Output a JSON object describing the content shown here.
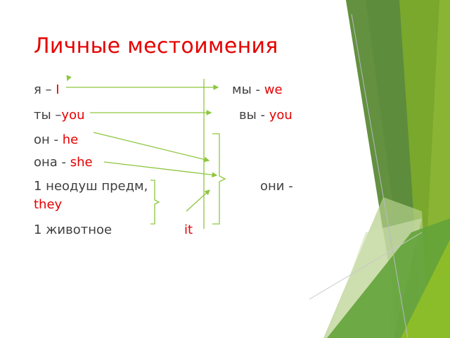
{
  "slide": {
    "title": "Личные местоимения",
    "rows": [
      {
        "ru": "я – ",
        "en": "I"
      },
      {
        "ru": "ты –",
        "en": "you"
      },
      {
        "ru": "он - ",
        "en": "he"
      },
      {
        "ru": "она - ",
        "en": "she"
      },
      {
        "ru": "1 неодуш предм,",
        "en": ""
      },
      {
        "ru": "1 животное",
        "en": "it"
      }
    ],
    "plural": [
      {
        "ru": "мы - ",
        "en": "we"
      },
      {
        "ru": "вы - ",
        "en": "you"
      },
      {
        "ru": "они - ",
        "en": "they"
      }
    ]
  },
  "colors": {
    "title": "#e60000",
    "text": "#404040",
    "english": "#e60000",
    "arrow": "#8dc63f",
    "decor_dark": "#5a8a3a",
    "decor_light": "#8ab534"
  }
}
